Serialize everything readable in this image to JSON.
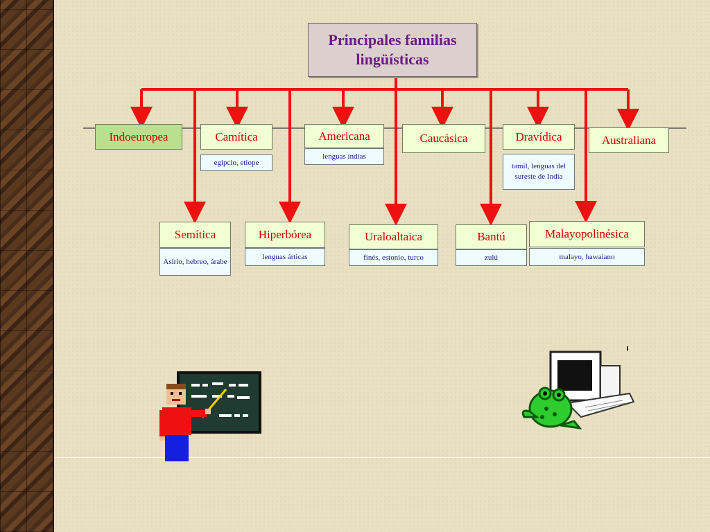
{
  "title": "Principales familias lingüísticas",
  "families": {
    "indoeuropea": {
      "label": "Indoeuropea"
    },
    "camitica": {
      "label": "Camítica",
      "sub": "egipcio, etiope"
    },
    "americana": {
      "label": "Americana",
      "sub": "lenguas indias"
    },
    "caucasica": {
      "label": "Caucásica"
    },
    "dravidica": {
      "label": "Dravídica",
      "sub": "tamil, lenguas del sureste de India"
    },
    "australiana": {
      "label": "Australiana"
    },
    "semitica": {
      "label": "Semítica",
      "sub": "Asirio, hebreo, árabe"
    },
    "hiperborea": {
      "label": "Hiperbórea",
      "sub": "lenguas árticas"
    },
    "uraloaltaica": {
      "label": "Uraloaltaica",
      "sub": "finés, estonio, turco"
    },
    "bantu": {
      "label": "Bantú",
      "sub": "zulú"
    },
    "malayopolinesica": {
      "label": "Malayopolinésica",
      "sub": "malayo, hawaiano"
    }
  },
  "colors": {
    "connector": "#ee1111",
    "title_text": "#6e1a84",
    "node_text": "#cc0000",
    "sub_text": "#1a1a8a"
  },
  "icons": [
    "teacher-chalkboard-icon",
    "frog-computer-icon"
  ]
}
